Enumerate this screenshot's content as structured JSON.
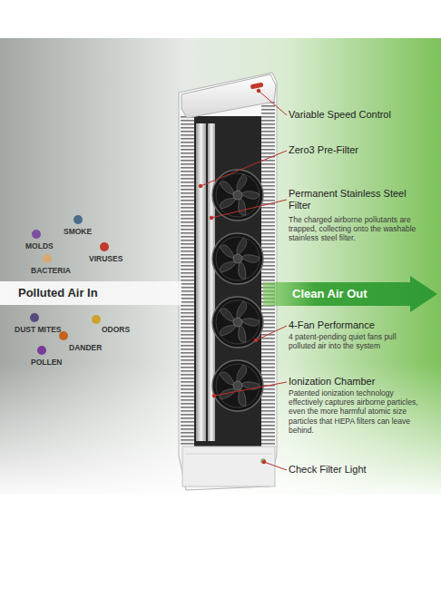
{
  "diagram": {
    "nodes": [
      {
        "text": [
          "Polluted Air In"
        ]
      },
      {
        "text": [
          "Clean Air Out"
        ]
      }
    ],
    "labels": [
      "Variable Speed Control",
      "Zero3 Pre-Filter",
      "Permanent Stainless Steel Filter",
      "The charged airborne pollutants are trapped, collecting onto the washable stainless steel filter.",
      "SMOKE",
      "MOLDS",
      "VIRUSES",
      "BACTERIA",
      "DUST MITES",
      "ODORS",
      "DANDER",
      "POLLEN",
      "4-Fan Performance",
      "4 patent-pending quiet fans pull polluted air into the system",
      "Ionization Chamber",
      "Patented ionization technology effectively captures airborne particles, even the more harmful atomic size particles that HEPA filters can leave behind.",
      "Check Filter Light"
    ]
  }
}
